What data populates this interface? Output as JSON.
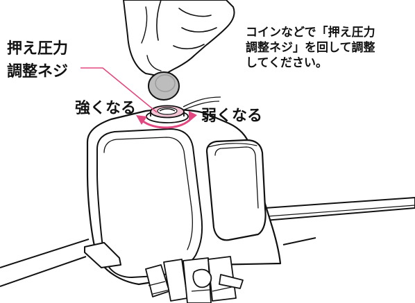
{
  "labels": {
    "part_name_line1": "押え圧力",
    "part_name_line2": "調整ネジ",
    "stronger": "強くなる",
    "weaker": "弱くなる"
  },
  "instruction": {
    "line1": "コインなどで「押え圧力",
    "line2": "調整ネジ」を回して調整",
    "line3": "してください。"
  },
  "colors": {
    "accent": "#e2477f",
    "screw_fill": "#f3c4d3",
    "outline": "#111111",
    "coin_fill": "#bdbdbd"
  },
  "icons": {
    "rotation_arrow": "curved-arrow-icon",
    "hand": "hand-illustration",
    "coin": "coin-illustration"
  }
}
